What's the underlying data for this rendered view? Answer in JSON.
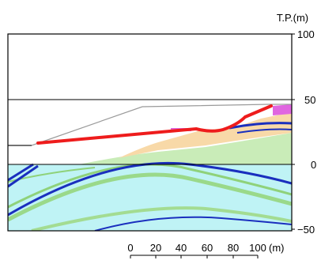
{
  "axis": {
    "unit_label": "T.P.(m)",
    "elevation_ticks": [
      {
        "value": 100,
        "label": "100"
      },
      {
        "value": 50,
        "label": "50"
      },
      {
        "value": 0,
        "label": "0"
      },
      {
        "value": -50,
        "label": "−50"
      }
    ]
  },
  "scale_bar": {
    "ticks": [
      "0",
      "20",
      "40",
      "60",
      "80",
      "100"
    ],
    "unit": "(m)"
  },
  "colors": {
    "frame": "#000000",
    "cyan_layer": "#bff3f5",
    "green_layer": "#c9ecb8",
    "orange_layer": "#f8d9a8",
    "magenta_layer": "#e066e0",
    "navy_line": "#1a2fbe",
    "red_line": "#ee1c1c",
    "gray_line": "#9a9a9a"
  }
}
